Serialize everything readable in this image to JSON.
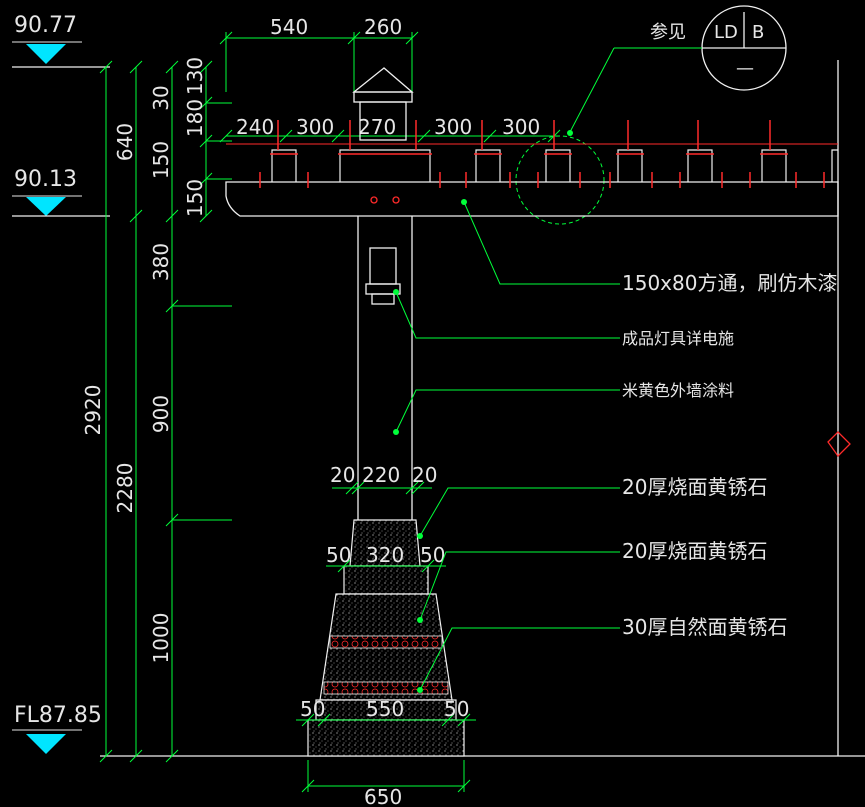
{
  "levels": {
    "top": "90.77",
    "middle": "90.13",
    "floor": "FL87.85"
  },
  "dims_top": [
    "540",
    "260"
  ],
  "dims_beams": [
    "240",
    "300",
    "270",
    "300",
    "300"
  ],
  "dims_left_small": [
    "30",
    "130",
    "180",
    "150",
    "150"
  ],
  "dims_left_mid": [
    "640",
    "380",
    "900",
    "1000"
  ],
  "dims_left_big": [
    "2920",
    "2280"
  ],
  "dims_column": [
    "20",
    "220",
    "20"
  ],
  "dims_base_top": [
    "50",
    "320",
    "50"
  ],
  "dims_base_bottom": [
    "50",
    "550",
    "50"
  ],
  "dims_base_width": "650",
  "reference": {
    "label": "参见",
    "circle_left": "LD",
    "circle_right": "B",
    "circle_bottom": "—"
  },
  "notes": [
    "150x80方通，刷仿木漆",
    "成品灯具详电施",
    "米黄色外墙涂料",
    "20厚烧面黄锈石",
    "20厚烧面黄锈石",
    "30厚自然面黄锈石"
  ],
  "colors": {
    "background": "#000000",
    "dimension_lines": "#00ff3a",
    "leaders": "#00ff3a",
    "outline": "#f0f0f0",
    "steel": "#ff2a2a",
    "level_marker": "#00e5ff"
  }
}
